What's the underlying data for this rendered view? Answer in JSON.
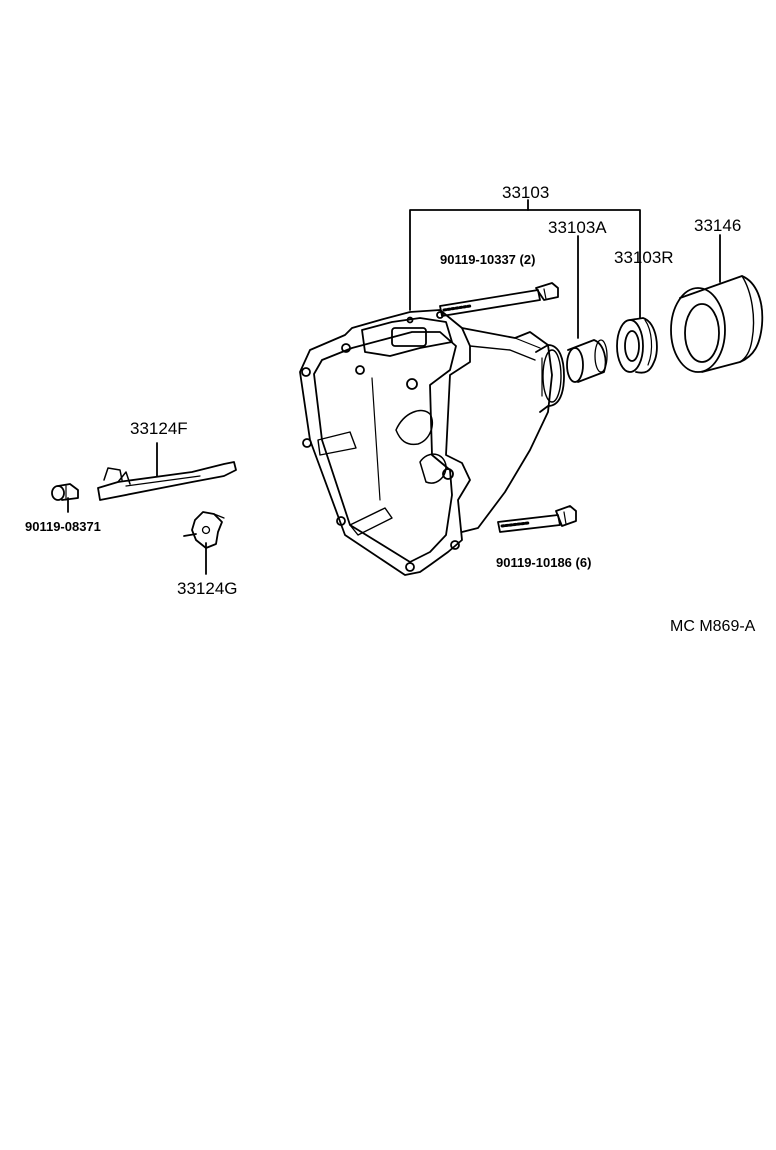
{
  "labels": {
    "housing_assembly": "33103",
    "bushing": "33103A",
    "oil_seal": "33103R",
    "bearing_retainer": "33146",
    "upper_bolt": "90119-10337 (2)",
    "lower_bolt": "90119-10186 (6)",
    "lever": "33124F",
    "lever_bolt": "90119-08371",
    "support": "33124G"
  },
  "figure_code": "MC M869-A"
}
